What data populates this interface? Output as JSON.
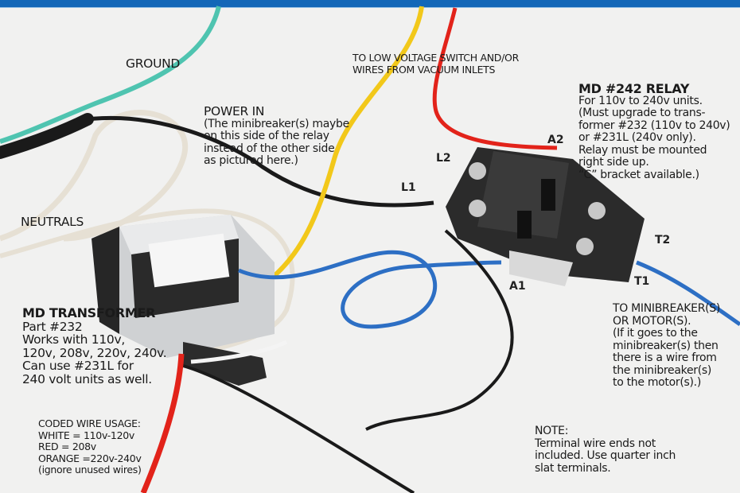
{
  "labels": {
    "ground": "GROUND",
    "low_voltage": [
      "TO LOW VOLTAGE SWITCH AND/OR",
      "WIRES FROM VACUUM INLETS"
    ],
    "power_in": {
      "title": "POWER IN",
      "lines": [
        "(The minibreaker(s) maybe",
        "on this side of the relay",
        "instead of the other side",
        "as pictured here.)"
      ]
    },
    "relay": {
      "title": "MD #242 RELAY",
      "lines": [
        "For 110v to 240v units.",
        "(Must upgrade to trans-",
        "former #232 (110v to 240v)",
        "or #231L (240v only).",
        "Relay must be mounted",
        "right side up.",
        "“C” bracket available.)"
      ]
    },
    "neutrals": "NEUTRALS",
    "transformer": {
      "title": "MD TRANSFORMER",
      "lines": [
        "Part #232",
        "Works with 110v,",
        "120v, 208v, 220v, 240v.",
        "Can use #231L for",
        "240 volt units as well."
      ]
    },
    "coded": {
      "lines": [
        "CODED WIRE USAGE:",
        "WHITE = 110v-120v",
        "RED = 208v",
        "ORANGE =220v-240v",
        "(ignore unused wires)"
      ]
    },
    "motor": {
      "lines": [
        "TO MINIBREAKER(S)",
        "OR MOTOR(S).",
        "(If it goes to the",
        "minibreaker(s) then",
        "there is a wire from",
        "the minibreaker(s)",
        "to the motor(s).)"
      ]
    },
    "note": {
      "lines": [
        "NOTE:",
        "Terminal wire ends not",
        "included. Use quarter inch",
        "slat terminals."
      ]
    },
    "terminals": {
      "l1": "L1",
      "l2": "L2",
      "a1": "A1",
      "a2": "A2",
      "t1": "T1",
      "t2": "T2"
    }
  },
  "colors": {
    "banner": "#1367b8",
    "ground_wire": "#4fc4b0",
    "yellow_wire": "#f2c81a",
    "red_wire": "#e2231a",
    "blue_wire": "#2d6fc4",
    "black_wire": "#1a1a1a",
    "neutral_wire": "#e8e2d6"
  }
}
